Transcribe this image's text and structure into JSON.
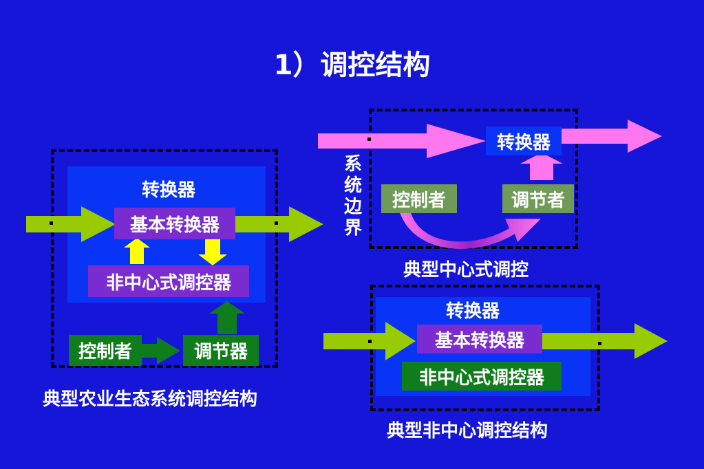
{
  "title": "1）调控结构",
  "left_diagram": {
    "container_label": "转换器",
    "basic_converter": "基本转换器",
    "decentral_regulator": "非中心式调控器",
    "controller": "控制者",
    "regulator": "调节器",
    "caption": "典型农业生态系统调控结构"
  },
  "top_right_diagram": {
    "converter": "转换器",
    "controller": "控制者",
    "regulator": "调节者",
    "boundary_label": "系统边界",
    "caption": "典型中心式调控"
  },
  "bottom_right_diagram": {
    "container_label": "转换器",
    "basic_converter": "基本转换器",
    "decentral_regulator": "非中心式调控器",
    "caption": "典型非中心调控结构"
  },
  "colors": {
    "background": "#1616d8",
    "box_blue": "#0a34f5",
    "purple": "#7a2cd0",
    "green": "#0f7d1c",
    "sage": "#6f9a57",
    "lime_arrow": "#99cc00",
    "yellow_arrow": "#ffff00",
    "pink_arrow": "#ff77ee"
  }
}
